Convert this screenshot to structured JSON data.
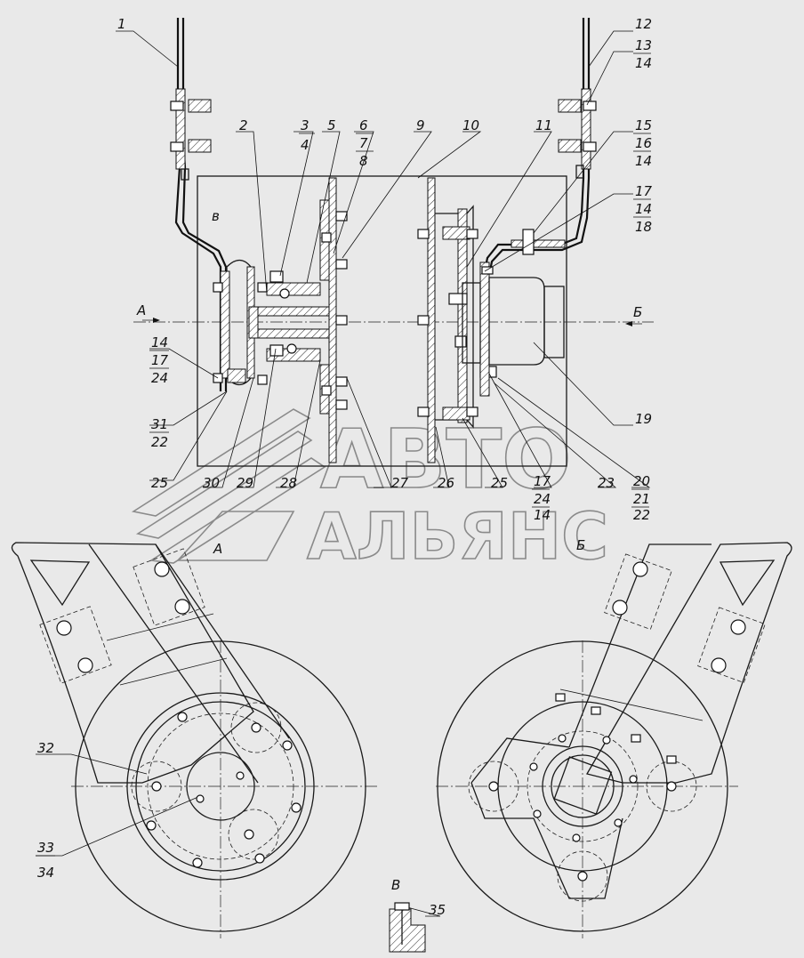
{
  "watermark": {
    "line1": "АВТО",
    "line2": "АЛЬЯНС"
  },
  "views": {
    "a": "А",
    "b": "Б",
    "v": "В",
    "detail_v": "в"
  },
  "labels": {
    "p1": "1",
    "p2": "2",
    "p3": "3",
    "p4": "4",
    "p5": "5",
    "p6": "6",
    "p7": "7",
    "p8": "8",
    "p9": "9",
    "p10": "10",
    "p11": "11",
    "p12": "12",
    "p13": "13",
    "p14a": "14",
    "p15": "15",
    "p16": "16",
    "p14b": "14",
    "p17a": "17",
    "p14c": "14",
    "p18": "18",
    "p19": "19",
    "p14d": "14",
    "p17b": "17",
    "p24a": "24",
    "p31": "31",
    "p22a": "22",
    "p25a": "25",
    "p30": "30",
    "p29": "29",
    "p28": "28",
    "p27": "27",
    "p26": "26",
    "p25b": "25",
    "p17c": "17",
    "p24b": "24",
    "p14e": "14",
    "p23": "23",
    "p20": "20",
    "p21": "21",
    "p22b": "22",
    "p32": "32",
    "p33": "33",
    "p34": "34",
    "p35": "35"
  }
}
